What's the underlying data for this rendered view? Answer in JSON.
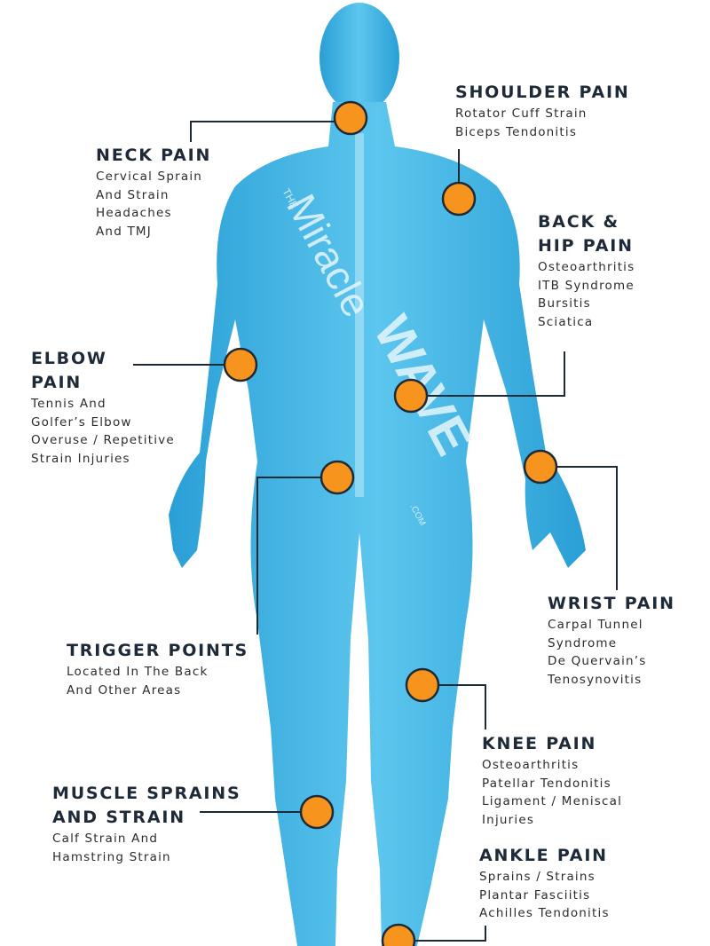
{
  "logo": {
    "prefix": "THE",
    "word1": "Miracle",
    "word2": "WAVE",
    "suffix": ".COM"
  },
  "colors": {
    "body": "#3fb4e4",
    "body_dark": "#1f8fc6",
    "dot": "#f7941d",
    "line": "#1e2a38"
  },
  "labels": [
    {
      "id": "shoulder",
      "title": "SHOULDER PAIN",
      "lines": [
        "Rotator Cuff Strain",
        "Biceps Tendonitis"
      ]
    },
    {
      "id": "neck",
      "title": "NECK PAIN",
      "lines": [
        "Cervical Sprain",
        "And Strain",
        "Headaches",
        "And TMJ"
      ]
    },
    {
      "id": "back",
      "title": "BACK &\nHIP PAIN",
      "lines": [
        "Osteoarthritis",
        "ITB Syndrome",
        "Bursitis",
        "Sciatica"
      ]
    },
    {
      "id": "elbow",
      "title": "ELBOW\nPAIN",
      "lines": [
        "Tennis And",
        "Golfer’s Elbow",
        "Overuse / Repetitive",
        "Strain Injuries"
      ]
    },
    {
      "id": "wrist",
      "title": "WRIST PAIN",
      "lines": [
        "Carpal Tunnel",
        "Syndrome",
        "De Quervain’s",
        "Tenosynovitis"
      ]
    },
    {
      "id": "trigger",
      "title": "TRIGGER POINTS",
      "lines": [
        "Located In The Back",
        "And Other Areas"
      ]
    },
    {
      "id": "knee",
      "title": "KNEE PAIN",
      "lines": [
        "Osteoarthritis",
        "Patellar Tendonitis",
        "Ligament / Meniscal",
        "Injuries"
      ]
    },
    {
      "id": "muscle",
      "title": "MUSCLE SPRAINS\nAND STRAIN",
      "lines": [
        "Calf Strain And",
        "Hamstring Strain"
      ]
    },
    {
      "id": "ankle",
      "title": "ANKLE PAIN",
      "lines": [
        "Sprains / Strains",
        "Plantar Fasciitis",
        "Achilles Tendonitis"
      ]
    }
  ]
}
